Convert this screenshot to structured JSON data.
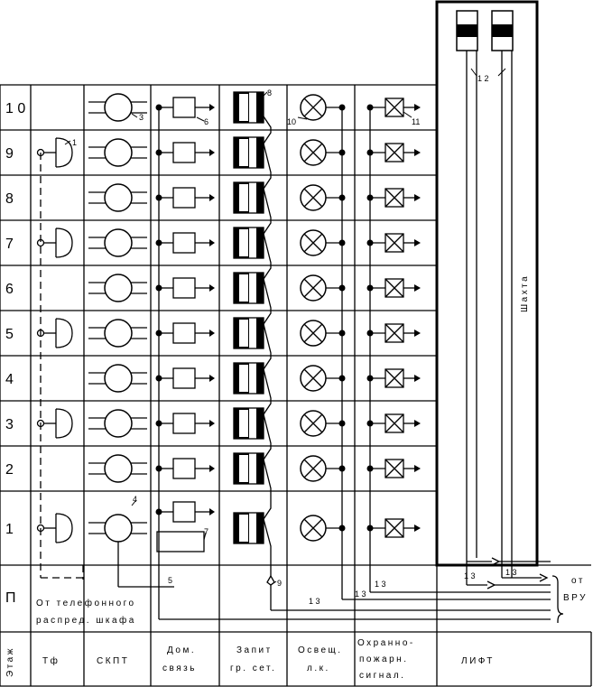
{
  "floors": [
    "1 0",
    "9",
    "8",
    "7",
    "6",
    "5",
    "4",
    "3",
    "2",
    "1",
    "П"
  ],
  "columns": {
    "etazh": "Этаж",
    "tf": "Тф",
    "skpt": "СКПТ",
    "dom_svyaz": [
      "Дом.",
      "связь"
    ],
    "zapit": [
      "Запит",
      "гр. сет."
    ],
    "osvesch": [
      "Освещ.",
      "л.к."
    ],
    "ohran": [
      "Охранно-",
      "пожарн.",
      "сигнал."
    ],
    "lift": "ЛИФТ"
  },
  "notes": {
    "ot_tel_1": "От телефонного",
    "ot_tel_2": "распред. шкафа",
    "shakhta": "Шахта",
    "ot_vru_1": "от",
    "ot_vru_2": "ВРУ"
  },
  "markers": {
    "n1": "1",
    "n3": "3",
    "n4": "4",
    "n5": "5",
    "n6": "6",
    "n7": "7",
    "n8": "8",
    "n9": "9",
    "n10": "10",
    "n11": "11",
    "n12": "1 2",
    "n13a": "1 3",
    "n13b": "1 3",
    "n13c": "1 3",
    "n13d": "1 3",
    "n13e": "1 3"
  }
}
